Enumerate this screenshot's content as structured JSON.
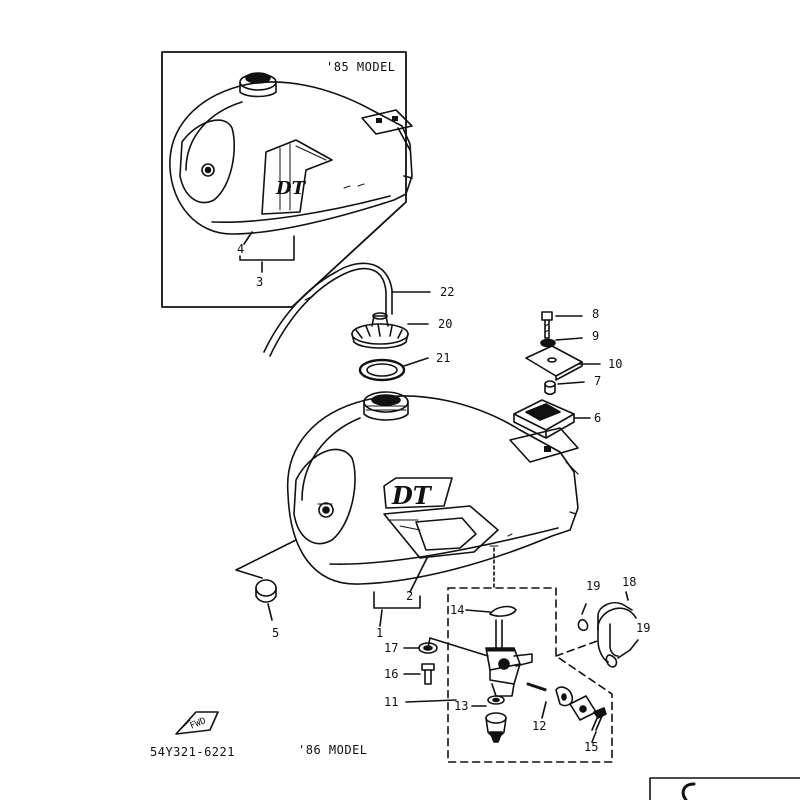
{
  "titles": {
    "model_85": "'85 MODEL",
    "model_86": "'86 MODEL",
    "part_code": "54Y321-6221"
  },
  "callouts": {
    "c1": "1",
    "c2": "2",
    "c3": "3",
    "c4": "4",
    "c5": "5",
    "c6": "6",
    "c7": "7",
    "c8": "8",
    "c9": "9",
    "c10": "10",
    "c11": "11",
    "c12": "12",
    "c13": "13",
    "c14": "14",
    "c15": "15",
    "c16": "16",
    "c17": "17",
    "c18": "18",
    "c19a": "19",
    "c19b": "19",
    "c20": "20",
    "c21": "21",
    "c22": "22"
  },
  "decals": {
    "tank_logo": "DT",
    "fwd_arrow": "FWD"
  },
  "colors": {
    "ink": "#111111",
    "paper": "#ffffff"
  }
}
